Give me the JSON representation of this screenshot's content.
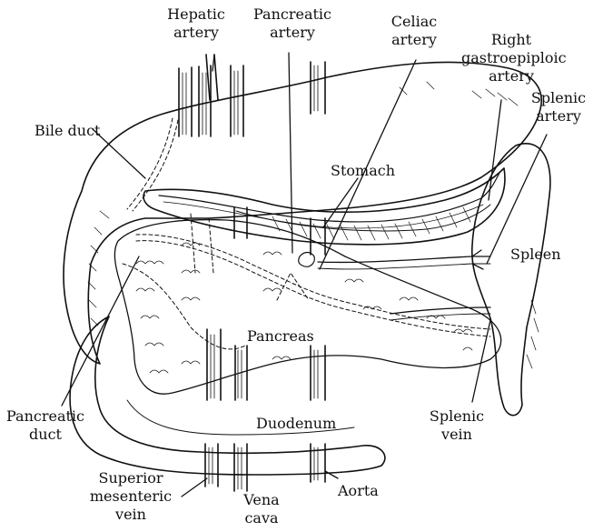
{
  "colors": {
    "ink": "#111111",
    "background": "#ffffff"
  },
  "labels": {
    "hepatic_artery": [
      "Hepatic",
      "artery"
    ],
    "pancreatic_artery": [
      "Pancreatic",
      "artery"
    ],
    "celiac_artery": [
      "Celiac",
      "artery"
    ],
    "right_gastroepiploic_artery": [
      "Right",
      "gastroepiploic",
      "artery"
    ],
    "splenic_artery": [
      "Splenic",
      "artery"
    ],
    "bile_duct": "Bile duct",
    "stomach": "Stomach",
    "spleen": "Spleen",
    "pancreas": "Pancreas",
    "pancreatic_duct": [
      "Pancreatic",
      "duct"
    ],
    "duodenum": "Duodenum",
    "splenic_vein": [
      "Splenic",
      "vein"
    ],
    "superior_mesenteric_vein": [
      "Superior",
      "mesenteric",
      "vein"
    ],
    "vena_cava": [
      "Vena",
      "cava"
    ],
    "aorta": "Aorta"
  }
}
